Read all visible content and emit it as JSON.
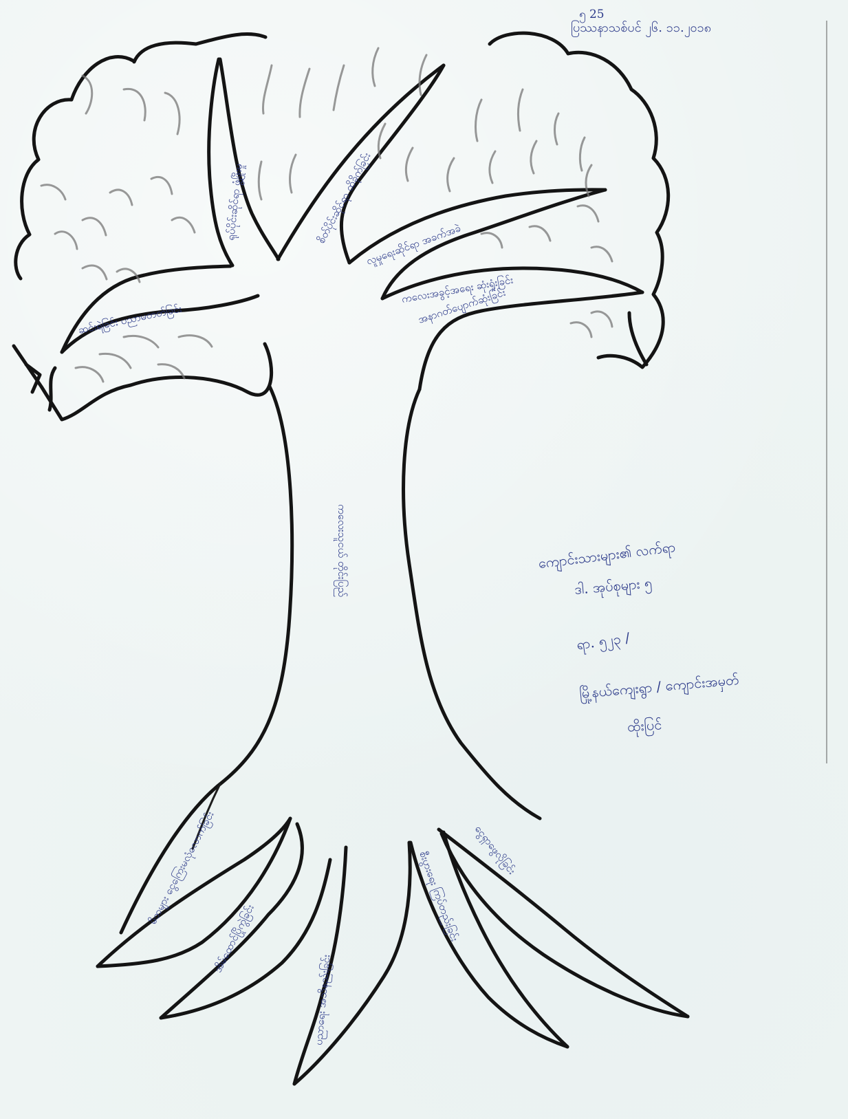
{
  "header": {
    "line1": "၅ 25",
    "line2": "ပြဿနာသစ်ပင်  ၂၆. ၁၁.၂၀၁၈"
  },
  "tree": {
    "trunk_label": "ကလေးသူငယ် တိုင်းပြည်",
    "branch_labels": [
      "ဆင်းရဲခြင်း ပညာမတတ်ခြင်း",
      "ရုပ်ပိုင်းဆိုင်ရာ ဖွံ့ဖြိုးမှု",
      "စိတ်ပိုင်းဆိုင်ရာ ထိခိုက်ခြင်း",
      "လူမှုရေးဆိုင်ရာ အခက်အခဲ",
      "အနာဂတ်ပျောက်ဆုံးခြင်း",
      "ကလေးအခွင့်အရေး ဆုံးရှုံးခြင်း"
    ],
    "root_labels": [
      "မိဘများ ငွေကြေးမလုံလောက်ခြင်း",
      "အိမ်ထောင်ပြိုကွဲခြင်း",
      "ပညာရေး အသိနည်းခြင်း",
      "စီးပွားရေး ကြပ်တည်းခြင်း",
      "ငွေရှာဖွေလိုခြင်း"
    ]
  },
  "notes": {
    "lines": [
      "ကျောင်းသားများ၏ လက်ရာ",
      "ဒါ. အုပ်စုများ ၅",
      "ရာ. ၅၂၃ /",
      "မြို့နယ်ကျေးရွာ / ကျောင်းအမှတ်",
      "ထိုးပြင်"
    ]
  }
}
